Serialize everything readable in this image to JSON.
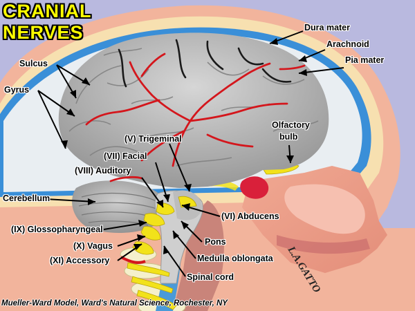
{
  "title": {
    "line1": "CRANIAL",
    "line2": "NERVES"
  },
  "labels": {
    "dura_mater": "Dura mater",
    "arachnoid": "Arachnoid",
    "pia_mater": "Pia mater",
    "sulcus": "Sulcus",
    "gyrus": "Gyrus",
    "olfactory_bulb_line1": "Olfactory",
    "olfactory_bulb_line2": "bulb",
    "trigeminal": "(V) Trigeminal",
    "facial": "(VII) Facial",
    "auditory": "(VIII) Auditory",
    "cerebellum": "Cerebellum",
    "abducens": "(VI) Abducens",
    "glossopharyngeal": "(IX) Glossopharyngeal",
    "pons": "Pons",
    "vagus": "(X) Vagus",
    "medulla": "Medulla oblongata",
    "accessory": "(XI) Accessory",
    "spinal_cord": "Spinal cord"
  },
  "signature": "L.A.GATTO",
  "credit": "Mueller-Ward Model, Ward's Natural Science, Rochester, NY",
  "colors": {
    "background": "#b9b9df",
    "title_fill": "#ffff00",
    "skin": "#f2b49c",
    "dura_band": "#f3dba4",
    "meninges_blue": "#2f86d4",
    "cortex_gray": "#b8b8b8",
    "vessel_red": "#d4161c",
    "nerve_yellow": "#f2e21a"
  }
}
